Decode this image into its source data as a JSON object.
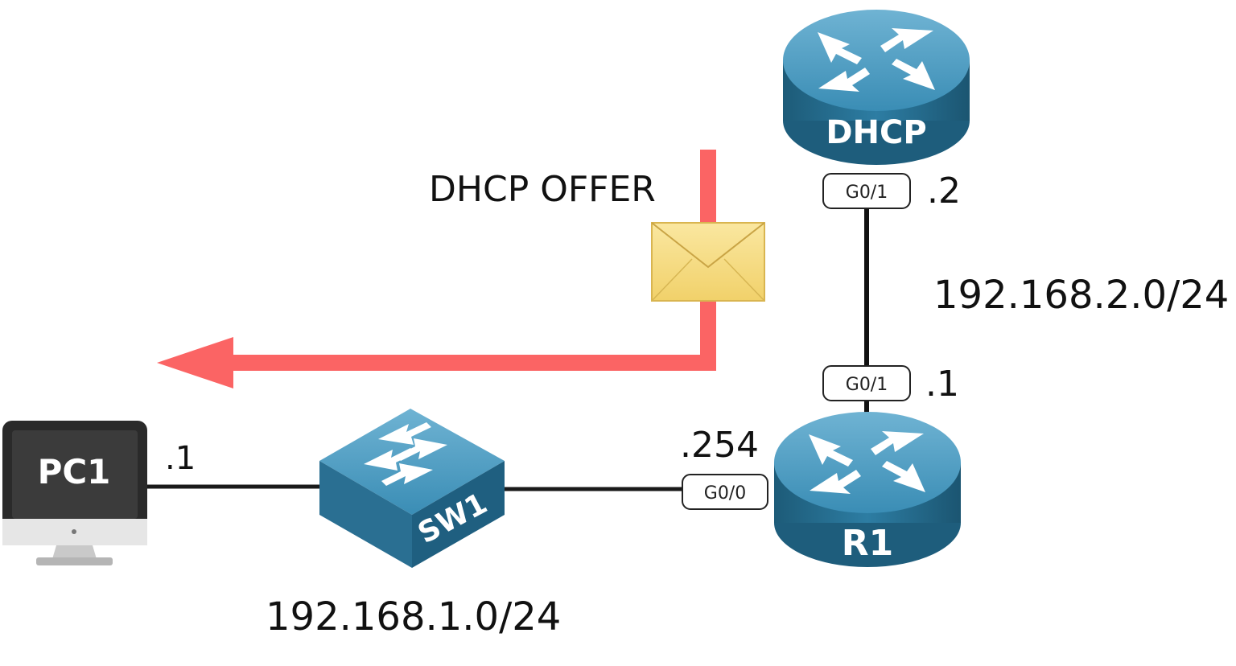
{
  "message": {
    "label": "DHCP OFFER",
    "icon": "envelope-icon"
  },
  "colors": {
    "arrow": "#fb6464",
    "device_blue": "#2e7aa0",
    "device_blue_dark": "#1b5571",
    "link": "#111111",
    "envelope": "#f6dc7e"
  },
  "pc1": {
    "name": "PC1",
    "ip_suffix": ".1"
  },
  "sw1": {
    "name": "SW1",
    "network": "192.168.1.0/24"
  },
  "r1": {
    "name": "R1",
    "g0_0": {
      "interface": "G0/0",
      "ip_suffix": ".254"
    },
    "g0_1": {
      "interface": "G0/1",
      "ip_suffix": ".1"
    }
  },
  "dhcp": {
    "name": "DHCP",
    "g0_1": {
      "interface": "G0/1",
      "ip_suffix": ".2"
    }
  },
  "r1_dhcp_network": "192.168.2.0/24"
}
